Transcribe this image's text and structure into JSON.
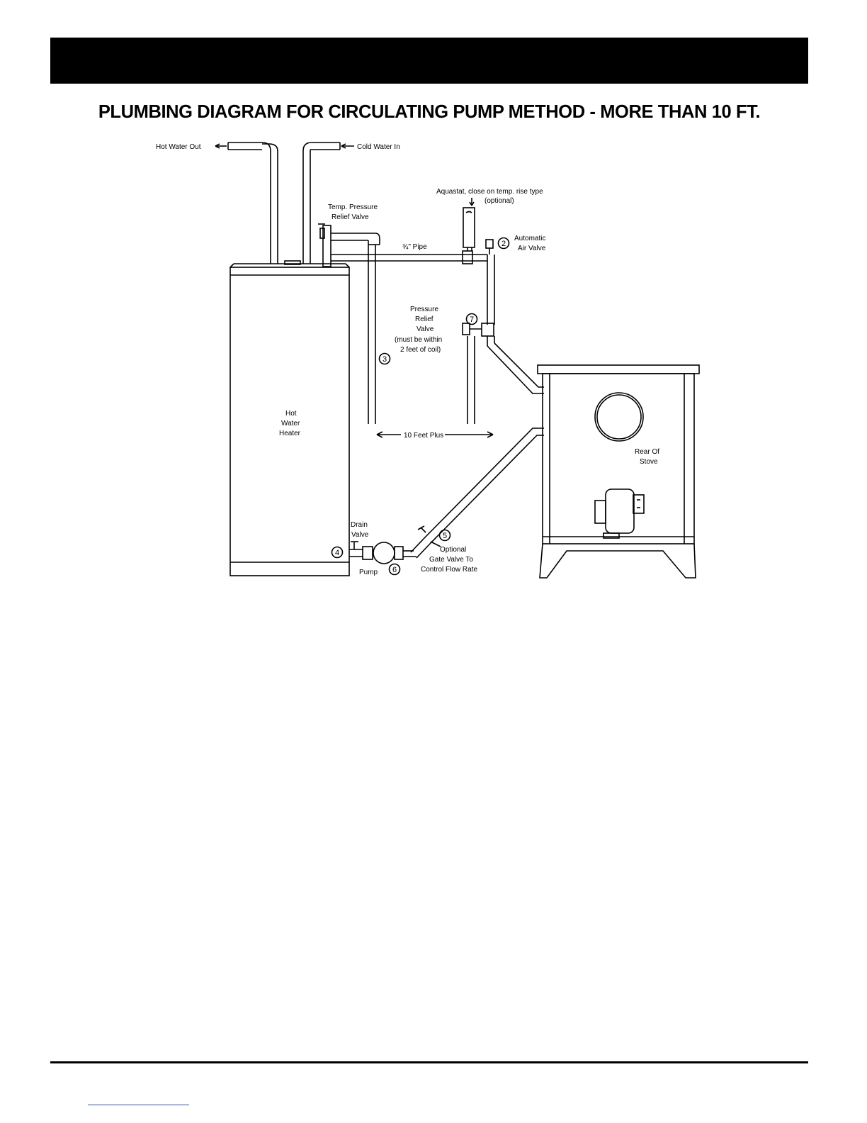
{
  "header": {
    "bar_color": "#000000"
  },
  "page": {
    "heading": "PLUMBING DIAGRAM FOR CIRCULATING PUMP METHOD - MORE THAN 10 FT."
  },
  "diagram": {
    "labels": {
      "hot_water_out": "Hot Water Out",
      "cold_water_in": "Cold Water In",
      "temp_relief_line1": "Temp. Pressure",
      "temp_relief_line2": "Relief Valve",
      "aquastat_line1": "Aquastat, close on temp. rise type",
      "aquastat_line2": "(optional)",
      "pipe_size": "¾\" Pipe",
      "auto_air_line1": "Automatic",
      "auto_air_line2": "Air Valve",
      "pressure_relief_line1": "Pressure",
      "pressure_relief_line2": "Relief",
      "pressure_relief_line3": "Valve",
      "pressure_relief_line4": "(must be within",
      "pressure_relief_line5": "2 feet of coil)",
      "heater_line1": "Hot",
      "heater_line2": "Water",
      "heater_line3": "Heater",
      "distance": "10 Feet Plus",
      "stove_line1": "Rear Of",
      "stove_line2": "Stove",
      "drain_line1": "Drain",
      "drain_line2": "Valve",
      "pump": "Pump",
      "gate_line1": "Optional",
      "gate_line2": "Gate Valve To",
      "gate_line3": "Control Flow Rate"
    },
    "callouts": {
      "air_valve": "2",
      "pipe_run": "3",
      "drain": "4",
      "gate": "5",
      "pump": "6",
      "pressure_relief": "7"
    }
  },
  "footer": {
    "link_color": "#2a4fb5"
  }
}
